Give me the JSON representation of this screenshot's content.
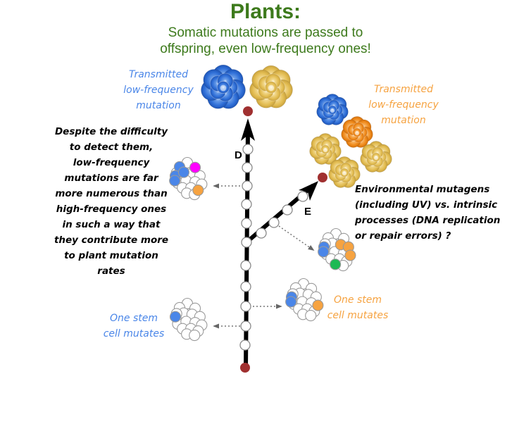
{
  "title": "Plants:",
  "subtitle_lines": [
    "Somatic mutations are passed to",
    "offspring, even low-frequency ones!"
  ],
  "colors": {
    "title_green": "#3d7a1c",
    "mutation_blue": "#4a86e8",
    "mutation_orange": "#f6a341",
    "mutation_magenta": "#ff00ff",
    "mutation_green": "#1db954",
    "terminal_red": "#a03030",
    "stem_black": "#000000",
    "flower_blue": "#2f6fd8",
    "flower_yellow": "#e8c25a",
    "flower_orange": "#f08a1a"
  },
  "labels": {
    "transmitted_blue": [
      "Transmitted",
      "low-frequency",
      "mutation"
    ],
    "transmitted_orange": [
      "Transmitted",
      "low-frequency",
      "mutation"
    ],
    "despite_text": [
      "Despite the difficulty",
      "to detect them,",
      "low-frequency",
      "mutations are far",
      "more numerous than",
      "high-frequency ones",
      "in such a way that",
      "they contribute more",
      "to plant mutation",
      "rates"
    ],
    "environmental_text": [
      "Environmental mutagens",
      "(including UV) vs. intrinsic",
      "processes (DNA replication",
      "or repair errors) ?"
    ],
    "stem_cell_blue": [
      "One stem",
      "cell mutates"
    ],
    "stem_cell_orange": [
      "One stem",
      "cell mutates"
    ],
    "branch_d": "D",
    "branch_e": "E"
  },
  "icons": {
    "flower": "rose-flower-icon",
    "meristem": "cell-cluster-icon",
    "node": "stem-node-icon",
    "arrow": "arrow-head-icon"
  },
  "flowers_branch_d": [
    "blue",
    "yellow"
  ],
  "flowers_branch_e": [
    "blue",
    "orange",
    "yellow",
    "yellow",
    "yellow"
  ],
  "meristems": [
    {
      "id": "meristem-upper-left",
      "mutated_cells": [
        "blue",
        "blue",
        "blue",
        "blue",
        "magenta",
        "orange"
      ]
    },
    {
      "id": "meristem-lower-left",
      "mutated_cells": [
        "blue"
      ]
    },
    {
      "id": "meristem-branch-e",
      "mutated_cells": [
        "blue",
        "blue",
        "orange",
        "orange",
        "orange",
        "green"
      ]
    },
    {
      "id": "meristem-lower-right",
      "mutated_cells": [
        "blue",
        "blue",
        "orange"
      ]
    }
  ]
}
